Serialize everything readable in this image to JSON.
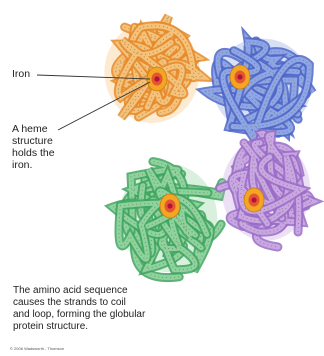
{
  "labels": {
    "iron": "Iron",
    "heme": "A heme\nstructure\nholds the\niron.",
    "amino_acid": "The amino acid sequence\ncauses the strands to coil\nand loop, forming the globular\nprotein structure."
  },
  "credit": "© 2006 Wadsworth - Thomson",
  "subunits": [
    {
      "name": "orange-subunit",
      "fill": "#F6C27A",
      "stroke": "#E58A2C"
    },
    {
      "name": "blue-subunit",
      "fill": "#8FA6E6",
      "stroke": "#4F66C7"
    },
    {
      "name": "green-subunit",
      "fill": "#8ED39E",
      "stroke": "#3FA35E"
    },
    {
      "name": "purple-subunit",
      "fill": "#C9A7E3",
      "stroke": "#9A6CC7"
    }
  ],
  "heme": {
    "outer": "#F2A623",
    "inner": "#E4572E",
    "iron": "#B3123C"
  },
  "leader_line_color": "#333333"
}
